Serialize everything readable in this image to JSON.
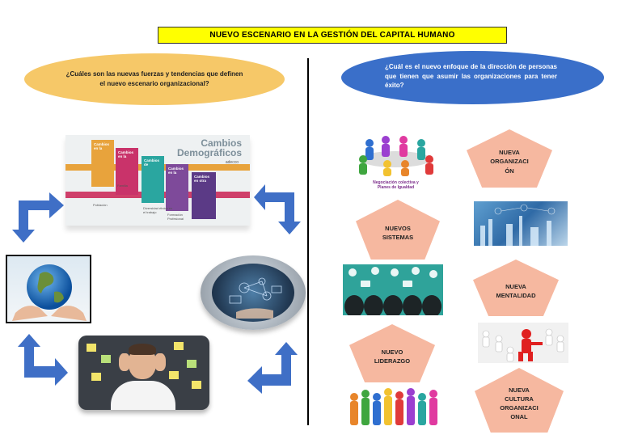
{
  "title": "NUEVO ESCENARIO EN LA GESTIÓN DEL CAPITAL HUMANO",
  "left_question": "¿Cuáles son las nuevas fuerzas y tendencias que definen el nuevo escenario organizacional?",
  "right_question": "¿Cuál es el nuevo enfoque de la dirección de personas que tienen que asumir las organizaciones para tener éxito?",
  "demographics": {
    "title_line1": "Cambios",
    "title_line2": "Demográficos",
    "brand": "adecco",
    "tiles": [
      "Cambios en la",
      "Cambios en la",
      "Cambios de",
      "Cambios en la",
      "Cambios en otra"
    ],
    "sublabels": [
      "Familia",
      "Población",
      "Diversidad étnica en el trabajo",
      "Formación Profesional"
    ]
  },
  "negotiation_caption": "Negociación colectiva y Planes de Igualdad",
  "pentagons": {
    "nueva_organizacion": [
      "NUEVA",
      "ORGANIZACI",
      "ÓN"
    ],
    "nuevos_sistemas": [
      "NUEVOS",
      "SISTEMAS"
    ],
    "nueva_mentalidad": [
      "NUEVA",
      "MENTALIDAD"
    ],
    "nuevo_liderazgo": [
      "NUEVO",
      "LIDERAZGO"
    ],
    "nueva_cultura": [
      "NUEVA",
      "CULTURA",
      "ORGANIZACI",
      "ONAL"
    ]
  },
  "colors": {
    "title_bg": "#ffff00",
    "left_oval": "#f6c868",
    "right_oval": "#3a6fc9",
    "pentagon": "#f6b8a0",
    "arrow": "#3f6fc6"
  }
}
